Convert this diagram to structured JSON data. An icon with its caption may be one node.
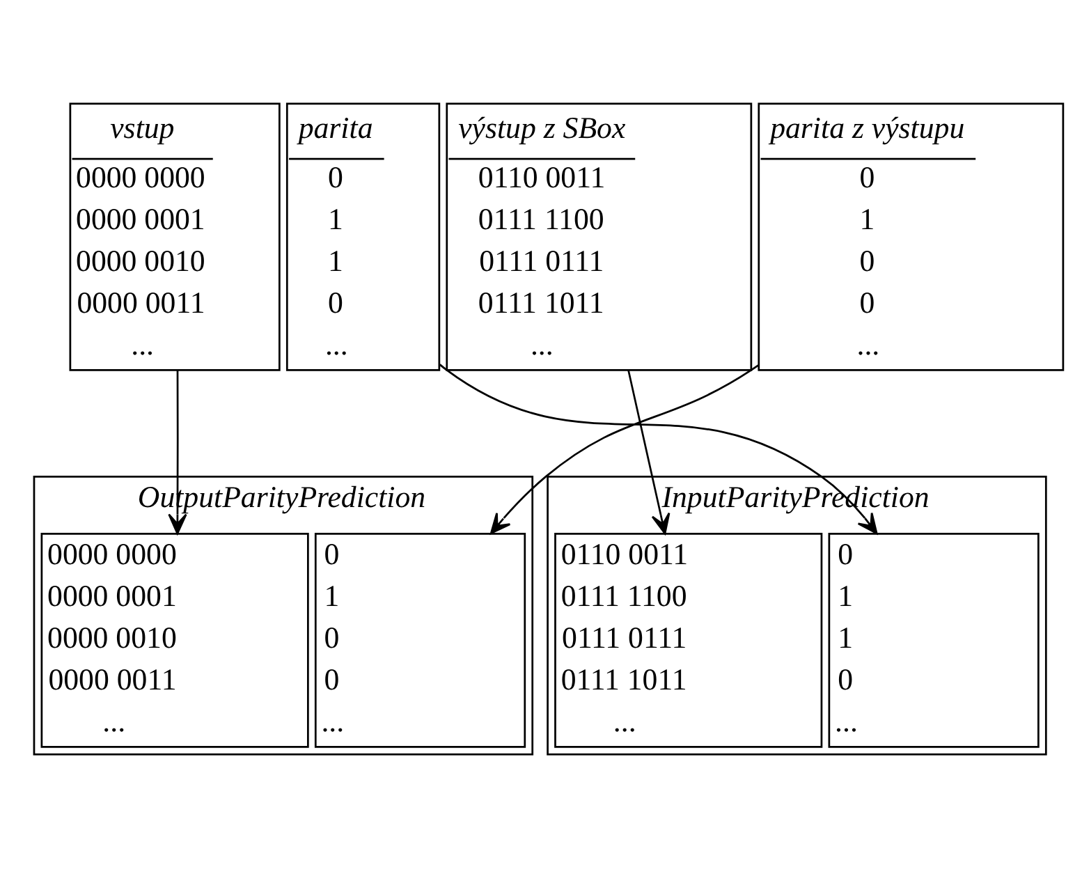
{
  "diagram": {
    "nodes": [
      {
        "text": [
          "vstup",
          "0000 0000",
          "0000 0001",
          "0000 0010",
          "0000 0011",
          "..."
        ]
      },
      {
        "text": [
          "parita",
          "0",
          "1",
          "1",
          "0",
          "..."
        ]
      },
      {
        "text": [
          "výstup z SBox",
          "0110 0011",
          "0111 1100",
          "0111 0111",
          "0111 1011",
          "..."
        ]
      },
      {
        "text": [
          "parita z výstupu",
          "0",
          "1",
          "0",
          "0",
          "..."
        ]
      },
      {
        "text": [
          "OutputParityPrediction"
        ]
      },
      {
        "text": [
          "0000 0000",
          "0000 0001",
          "0000 0010",
          "0000 0011",
          "..."
        ],
        "in": 4
      },
      {
        "text": [
          "0",
          "1",
          "0",
          "0",
          "..."
        ],
        "in": 4
      },
      {
        "text": [
          "InputParityPrediction"
        ]
      },
      {
        "text": [
          "0110 0011",
          "0111 1100",
          "0111 0111",
          "0111 1011",
          "..."
        ],
        "in": 7
      },
      {
        "text": [
          "0",
          "1",
          "1",
          "0",
          "..."
        ],
        "in": 7
      }
    ],
    "edges": [
      {
        "from": 0,
        "to": 5,
        "arrow": "to"
      },
      {
        "from": 3,
        "to": 6,
        "arrow": "to"
      },
      {
        "from": 2,
        "to": 8,
        "arrow": "to"
      },
      {
        "from": 1,
        "to": 9,
        "arrow": "to"
      }
    ]
  }
}
